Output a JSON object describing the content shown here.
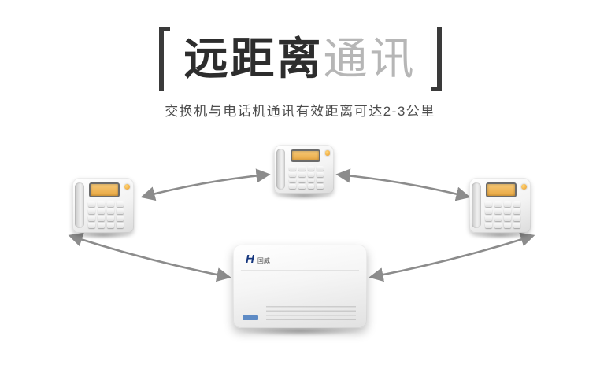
{
  "header": {
    "title_bold": "远距离",
    "title_light": "通讯",
    "subtitle": "交换机与电话机通讯有效距离可达2-3公里"
  },
  "diagram": {
    "pbx": {
      "logo_mark": "H",
      "logo_text": "国威"
    },
    "phone_positions": [
      "top",
      "left",
      "right"
    ],
    "arrow_color": "#8c8c8c"
  },
  "colors": {
    "title_dark": "#2d2d2d",
    "title_light": "#b6b6b6",
    "bracket": "#3a3a3a",
    "subtitle": "#4d4d4d",
    "phone_screen_amber": "#eeaa4d",
    "pbx_logo_blue": "#16377e"
  }
}
